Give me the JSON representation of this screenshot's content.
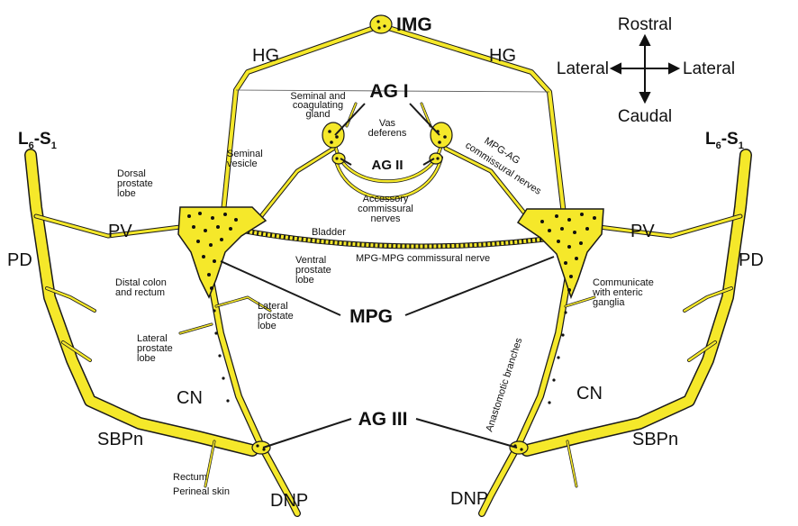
{
  "colors": {
    "nerve_fill": "#f5e82a",
    "nerve_outline": "#1a1a1a",
    "neuron_dot": "#111111",
    "background": "#ffffff"
  },
  "orientation": {
    "rostral": "Rostral",
    "caudal": "Caudal",
    "lateral_left": "Lateral",
    "lateral_right": "Lateral"
  },
  "ganglia": {
    "img": "IMG",
    "ag1": "AG I",
    "ag2": "AG II",
    "ag3": "AG III",
    "mpg": "MPG"
  },
  "nerves": {
    "hg_left": "HG",
    "hg_right": "HG",
    "l6s1_left_main": "L",
    "l6s1_left_sub1": "6",
    "l6s1_left_mid": "-S",
    "l6s1_left_sub2": "1",
    "l6s1_right_main": "L",
    "l6s1_right_sub1": "6",
    "l6s1_right_mid": "-S",
    "l6s1_right_sub2": "1",
    "pv_left": "PV",
    "pv_right": "PV",
    "pd_left": "PD",
    "pd_right": "PD",
    "cn_left": "CN",
    "cn_right": "CN",
    "sbpn_left": "SBPn",
    "sbpn_right": "SBPn",
    "dnp_left": "DNP",
    "dnp_right": "DNP"
  },
  "targets": {
    "seminal_gland_1": "Seminal and",
    "seminal_gland_2": "coagulating",
    "seminal_gland_3": "gland",
    "vas_1": "Vas",
    "vas_2": "deferens",
    "seminal_vesicle_1": "Seminal",
    "seminal_vesicle_2": "vesicle",
    "dorsal_prostate_1": "Dorsal",
    "dorsal_prostate_2": "prostate",
    "dorsal_prostate_3": "lobe",
    "accessory_1": "Accessory",
    "accessory_2": "commissural",
    "accessory_3": "nerves",
    "mpg_ag_1": "MPG-AG",
    "mpg_ag_2": "commissural nerves",
    "bladder": "Bladder",
    "ventral_prostate_1": "Ventral",
    "ventral_prostate_2": "prostate",
    "ventral_prostate_3": "lobe",
    "mpg_mpg": "MPG-MPG commissural nerve",
    "distal_colon_1": "Distal colon",
    "distal_colon_2": "and rectum",
    "lateral_prostate_a1": "Lateral",
    "lateral_prostate_a2": "prostate",
    "lateral_prostate_a3": "lobe",
    "lateral_prostate_b1": "Lateral",
    "lateral_prostate_b2": "prostate",
    "lateral_prostate_b3": "lobe",
    "enteric_1": "Communicate",
    "enteric_2": "with enteric",
    "enteric_3": "ganglia",
    "anastomotic": "Anastomotic branches",
    "rectum_1": "Rectum",
    "rectum_2": "Perineal skin"
  }
}
